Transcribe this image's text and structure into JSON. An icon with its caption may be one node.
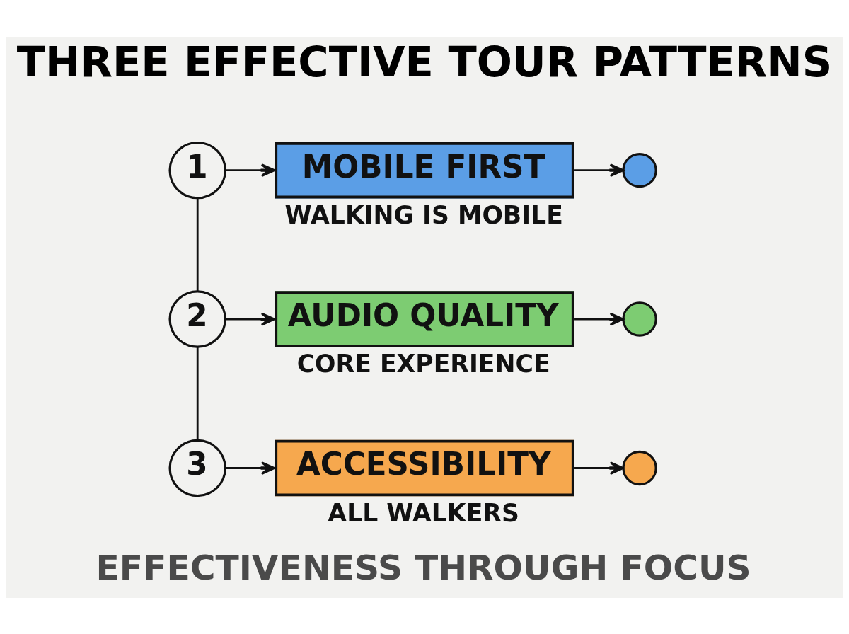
{
  "diagram": {
    "title": "THREE EFFECTIVE TOUR PATTERNS",
    "caption": "EFFECTIVENESS THROUGH FOCUS",
    "nodes": [
      {
        "text": [
          "1"
        ]
      },
      {
        "text": [
          "MOBILE FIRST"
        ],
        "beside": [
          "WALKING IS MOBILE"
        ]
      },
      {
        "text": [],
        "shape": "circle"
      },
      {
        "text": [
          "2"
        ]
      },
      {
        "text": [
          "AUDIO QUALITY"
        ],
        "beside": [
          "CORE EXPERIENCE"
        ]
      },
      {
        "text": [],
        "shape": "circle"
      },
      {
        "text": [
          "3"
        ]
      },
      {
        "text": [
          "ACCESSIBILITY"
        ],
        "beside": [
          "ALL WALKERS"
        ]
      },
      {
        "text": [],
        "shape": "circle"
      }
    ],
    "edges": [
      {
        "from": 0,
        "to": 1,
        "arrow": "to"
      },
      {
        "from": 1,
        "to": 2,
        "arrow": "to"
      },
      {
        "from": 3,
        "to": 4,
        "arrow": "to"
      },
      {
        "from": 4,
        "to": 5,
        "arrow": "to"
      },
      {
        "from": 6,
        "to": 7,
        "arrow": "to"
      },
      {
        "from": 7,
        "to": 8,
        "arrow": "to"
      },
      {
        "from": 0,
        "to": 3,
        "arrow": "none"
      },
      {
        "from": 3,
        "to": 6,
        "arrow": "none"
      }
    ]
  }
}
